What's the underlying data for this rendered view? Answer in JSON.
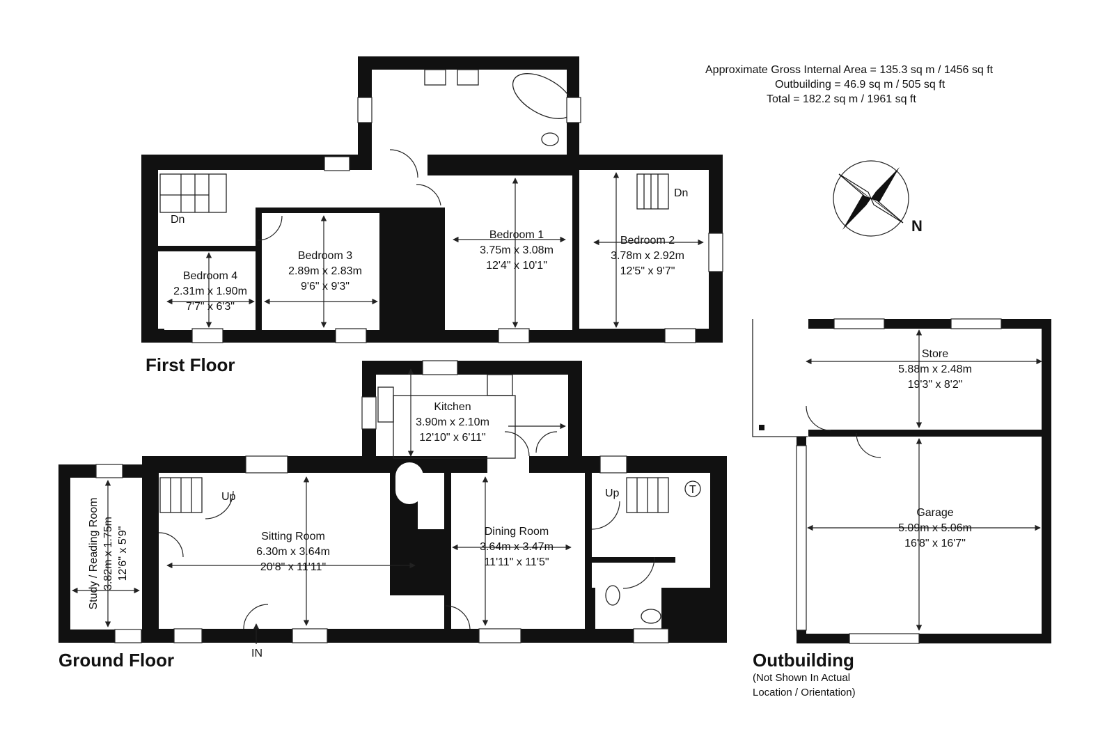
{
  "area_summary": {
    "line1": "Approximate Gross Internal Area  = 135.3 sq m / 1456 sq ft",
    "line2": "Outbuilding = 46.9 sq m / 505 sq ft",
    "line3": "Total = 182.2 sq m / 1961 sq ft"
  },
  "compass": {
    "north_label": "N",
    "icon": "compass-rose-icon"
  },
  "first_floor": {
    "title": "First Floor",
    "rooms": [
      {
        "name": "Bedroom 1",
        "metric": "3.75m x 3.08m",
        "imperial": "12'4\" x 10'1\""
      },
      {
        "name": "Bedroom 2",
        "metric": "3.78m x 2.92m",
        "imperial": "12'5\" x 9'7\""
      },
      {
        "name": "Bedroom 3",
        "metric": "2.89m x 2.83m",
        "imperial": "9'6\" x 9'3\""
      },
      {
        "name": "Bedroom 4",
        "metric": "2.31m x 1.90m",
        "imperial": "7'7\" x 6'3\""
      }
    ],
    "stairs": [
      {
        "label": "Dn"
      },
      {
        "label": "Dn"
      }
    ]
  },
  "ground_floor": {
    "title": "Ground Floor",
    "rooms": [
      {
        "name": "Kitchen",
        "metric": "3.90m x 2.10m",
        "imperial": "12'10\" x 6'11\""
      },
      {
        "name": "Sitting Room",
        "metric": "6.30m x 3.64m",
        "imperial": "20'8\" x 11'11\""
      },
      {
        "name": "Dining Room",
        "metric": "3.64m x 3.47m",
        "imperial": "11'11\" x 11'5\""
      },
      {
        "name": "Study / Reading Room",
        "metric": "3.82m x 1.75m",
        "imperial": "12'6\" x 5'9\""
      }
    ],
    "stairs": [
      {
        "label": "Up"
      },
      {
        "label": "Up"
      }
    ],
    "entrance_label": "IN",
    "tank_label": "T"
  },
  "outbuilding": {
    "title": "Outbuilding",
    "note_line1": "(Not Shown In Actual",
    "note_line2": "Location / Orientation)",
    "rooms": [
      {
        "name": "Store",
        "metric": "5.88m x 2.48m",
        "imperial": "19'3\" x 8'2\""
      },
      {
        "name": "Garage",
        "metric": "5.09m x 5.06m",
        "imperial": "16'8\" x 16'7\""
      }
    ]
  }
}
